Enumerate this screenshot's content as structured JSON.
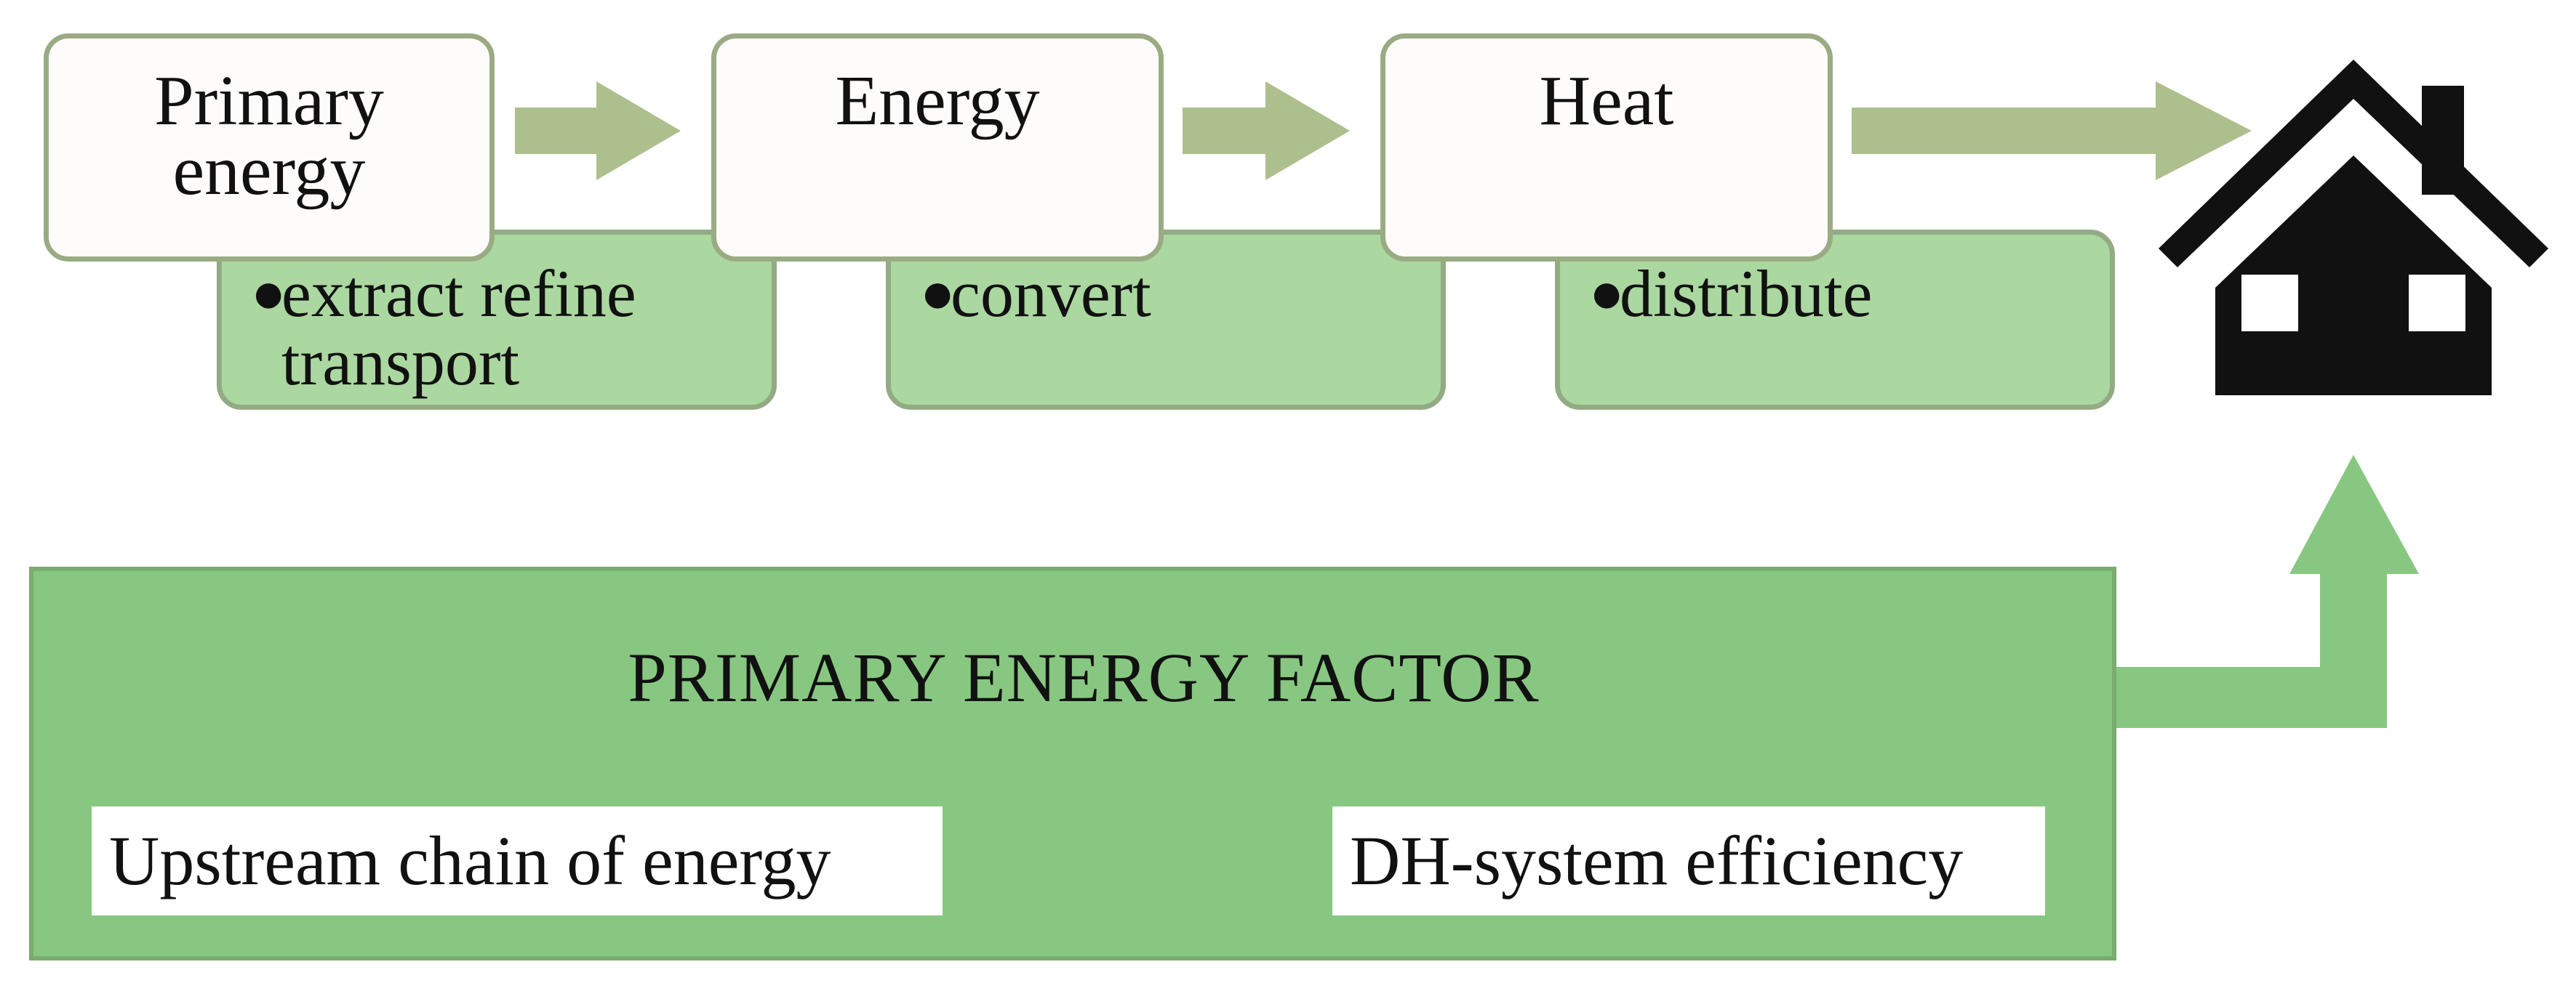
{
  "colors": {
    "stage_fill": "#fdfcfa",
    "stage_border": "#9aab83",
    "step_fill": "#abd7a0",
    "step_border": "#93ab84",
    "flow_arrow": "#aebf8e",
    "factor_fill": "#88c781",
    "factor_arrow": "#88c781",
    "house": "#111111"
  },
  "stages": [
    {
      "label": "Primary\nenergy",
      "step": "extract refine\ntransport"
    },
    {
      "label": "Energy",
      "step": "convert"
    },
    {
      "label": "Heat",
      "step": "distribute"
    }
  ],
  "flow_arrows": [
    "arrow-1",
    "arrow-2",
    "arrow-3"
  ],
  "house_icon": "house-icon",
  "factor": {
    "title": "PRIMARY ENERGY FACTOR",
    "left_label": "Upstream chain of energy",
    "right_label": "DH-system efficiency"
  },
  "factor_arrow": "up-arrow"
}
